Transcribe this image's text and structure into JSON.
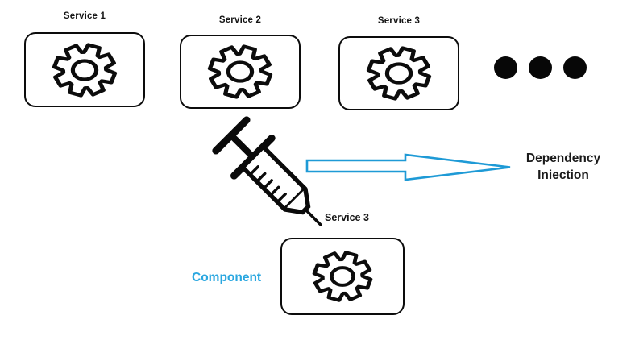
{
  "services": [
    {
      "label": "Service 1",
      "icon": "gear-icon"
    },
    {
      "label": "Service 2",
      "icon": "gear-icon"
    },
    {
      "label": "Service 3",
      "icon": "gear-icon"
    }
  ],
  "ellipsis": {
    "dot_count": 3,
    "dot_color": "#070707"
  },
  "injection": {
    "injector_icon": "syringe-icon",
    "syringe_target_label": "Service 3",
    "arrow_color": "#1e9ad6",
    "caption_line1": "Dependency",
    "caption_line2": "Iniection"
  },
  "component": {
    "label": "Component",
    "label_color": "#2aa7e0",
    "icon": "gear-icon"
  },
  "outline_color": "#0c0c0c"
}
